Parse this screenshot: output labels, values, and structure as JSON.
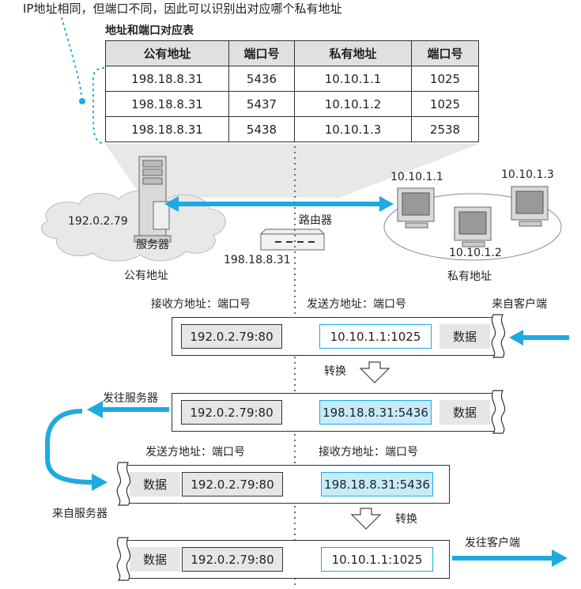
{
  "note": "IP地址相同，但端口不同，因此可以识别出对应哪个私有地址",
  "table": {
    "title": "地址和端口对应表",
    "headers": [
      "公有地址",
      "端口号",
      "私有地址",
      "端口号"
    ],
    "rows": [
      [
        "198.18.8.31",
        "5436",
        "10.10.1.1",
        "1025"
      ],
      [
        "198.18.8.31",
        "5437",
        "10.10.1.2",
        "1025"
      ],
      [
        "198.18.8.31",
        "5438",
        "10.10.1.3",
        "2538"
      ]
    ]
  },
  "network": {
    "server_ip": "192.0.2.79",
    "server_label": "服务器",
    "public_label": "公有地址",
    "router_label": "路由器",
    "router_ip": "198.18.8.31",
    "private_label": "私有地址",
    "pc1": "10.10.1.1",
    "pc2": "10.10.1.2",
    "pc3": "10.10.1.3"
  },
  "packets": {
    "recv_header": "接收方地址：端口号",
    "send_header": "发送方地址：端口号",
    "from_client": "来自客户端",
    "to_server": "发往服务器",
    "from_server": "来自服务器",
    "to_client": "发往客户端",
    "convert": "转换",
    "data": "数据",
    "p1": {
      "dst": "192.0.2.79:80",
      "src": "10.10.1.1:1025"
    },
    "p2": {
      "dst": "192.0.2.79:80",
      "src": "198.18.8.31:5436"
    },
    "p3": {
      "src": "192.0.2.79:80",
      "dst": "198.18.8.31:5436"
    },
    "p4": {
      "src": "192.0.2.79:80",
      "dst": "10.10.1.1:1025"
    }
  },
  "colors": {
    "accent": "#1fa9e1",
    "light_accent": "#c6ebf9",
    "gray": "#e6e6e6"
  }
}
